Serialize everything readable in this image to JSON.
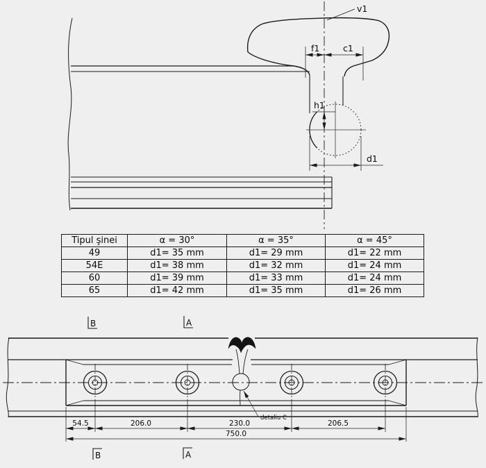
{
  "colors": {
    "background": "#efefef",
    "line": "#1a1a1a"
  },
  "top_drawing": {
    "axis_label": "v1",
    "dim_f1": "f1",
    "dim_c1": "c1",
    "dim_h1": "h1",
    "dim_d1": "d1"
  },
  "table": {
    "headers": [
      "Tipul şinei",
      "α = 30°",
      "α = 35°",
      "α = 45°"
    ],
    "rows": [
      [
        "49",
        "d1= 35 mm",
        "d1= 29 mm",
        "d1= 22 mm"
      ],
      [
        "54E",
        "d1= 38 mm",
        "d1= 32 mm",
        "d1= 24 mm"
      ],
      [
        "60",
        "d1= 39 mm",
        "d1= 33 mm",
        "d1= 24 mm"
      ],
      [
        "65",
        "d1= 42 mm",
        "d1= 35 mm",
        "d1= 26 mm"
      ]
    ]
  },
  "bottom_drawing": {
    "section_top_left": "B",
    "section_top_right": "A",
    "section_bottom_left": "B",
    "section_bottom_right": "A",
    "detail_label": "detaliu C",
    "dim_54": "54.5",
    "dim_206a": "206.0",
    "dim_230": "230.0",
    "dim_206b": "206.5",
    "dim_750": "750.0"
  }
}
